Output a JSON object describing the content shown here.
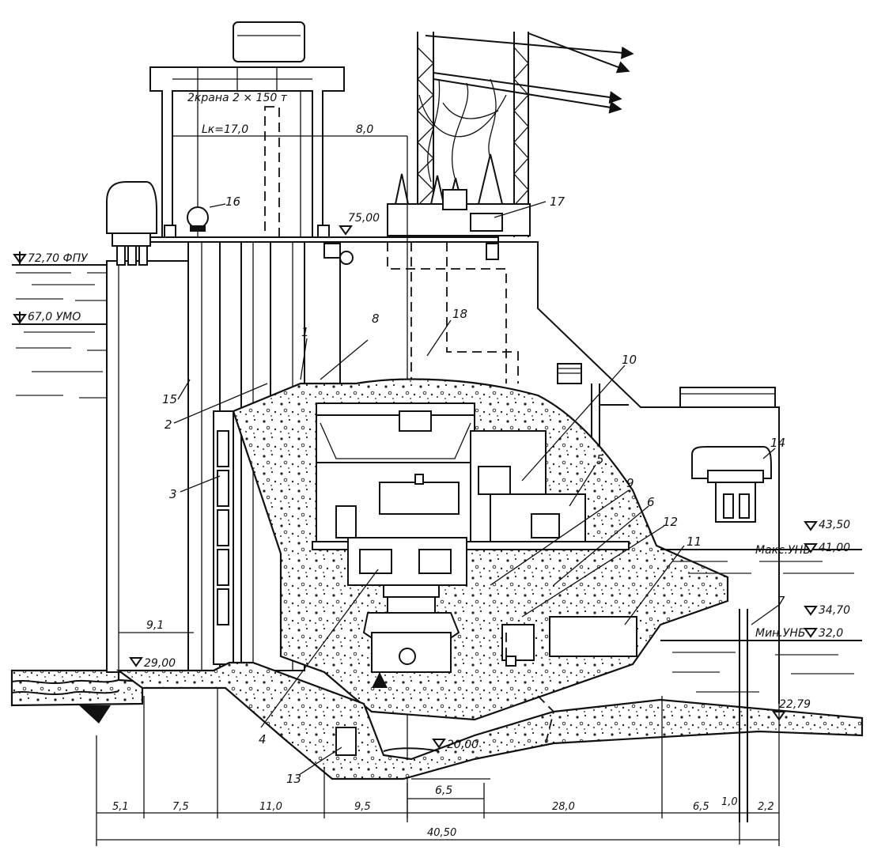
{
  "labels": {
    "crane": "2крана 2 × 150 т",
    "span_lk": "Lк=17,0",
    "span_80": "8,0",
    "fpu": "72,70 ФПУ",
    "umo": "67,0 УМО",
    "el_7500": "75,00",
    "el_4350": "43,50",
    "max_unb": "Макс.УНБ",
    "el_4100": "41,00",
    "el_3470": "34,70",
    "min_unb": "Мин.УНБ",
    "el_320": "32,0",
    "el_2900": "29,00",
    "el_2279": "22,79",
    "el_2000": "20,00",
    "d_91": "9,1",
    "d_65a": "6,5"
  },
  "callouts": [
    "1",
    "2",
    "3",
    "4",
    "5",
    "6",
    "7",
    "8",
    "9",
    "10",
    "11",
    "12",
    "13",
    "14",
    "15",
    "16",
    "17",
    "18"
  ],
  "dimensions": {
    "d1": "5,1",
    "d2": "7,5",
    "d3": "11,0",
    "d4": "9,5",
    "d5": "28,0",
    "d6": "6,5",
    "d7": "1,0",
    "d8": "2,2",
    "total": "40,50"
  }
}
